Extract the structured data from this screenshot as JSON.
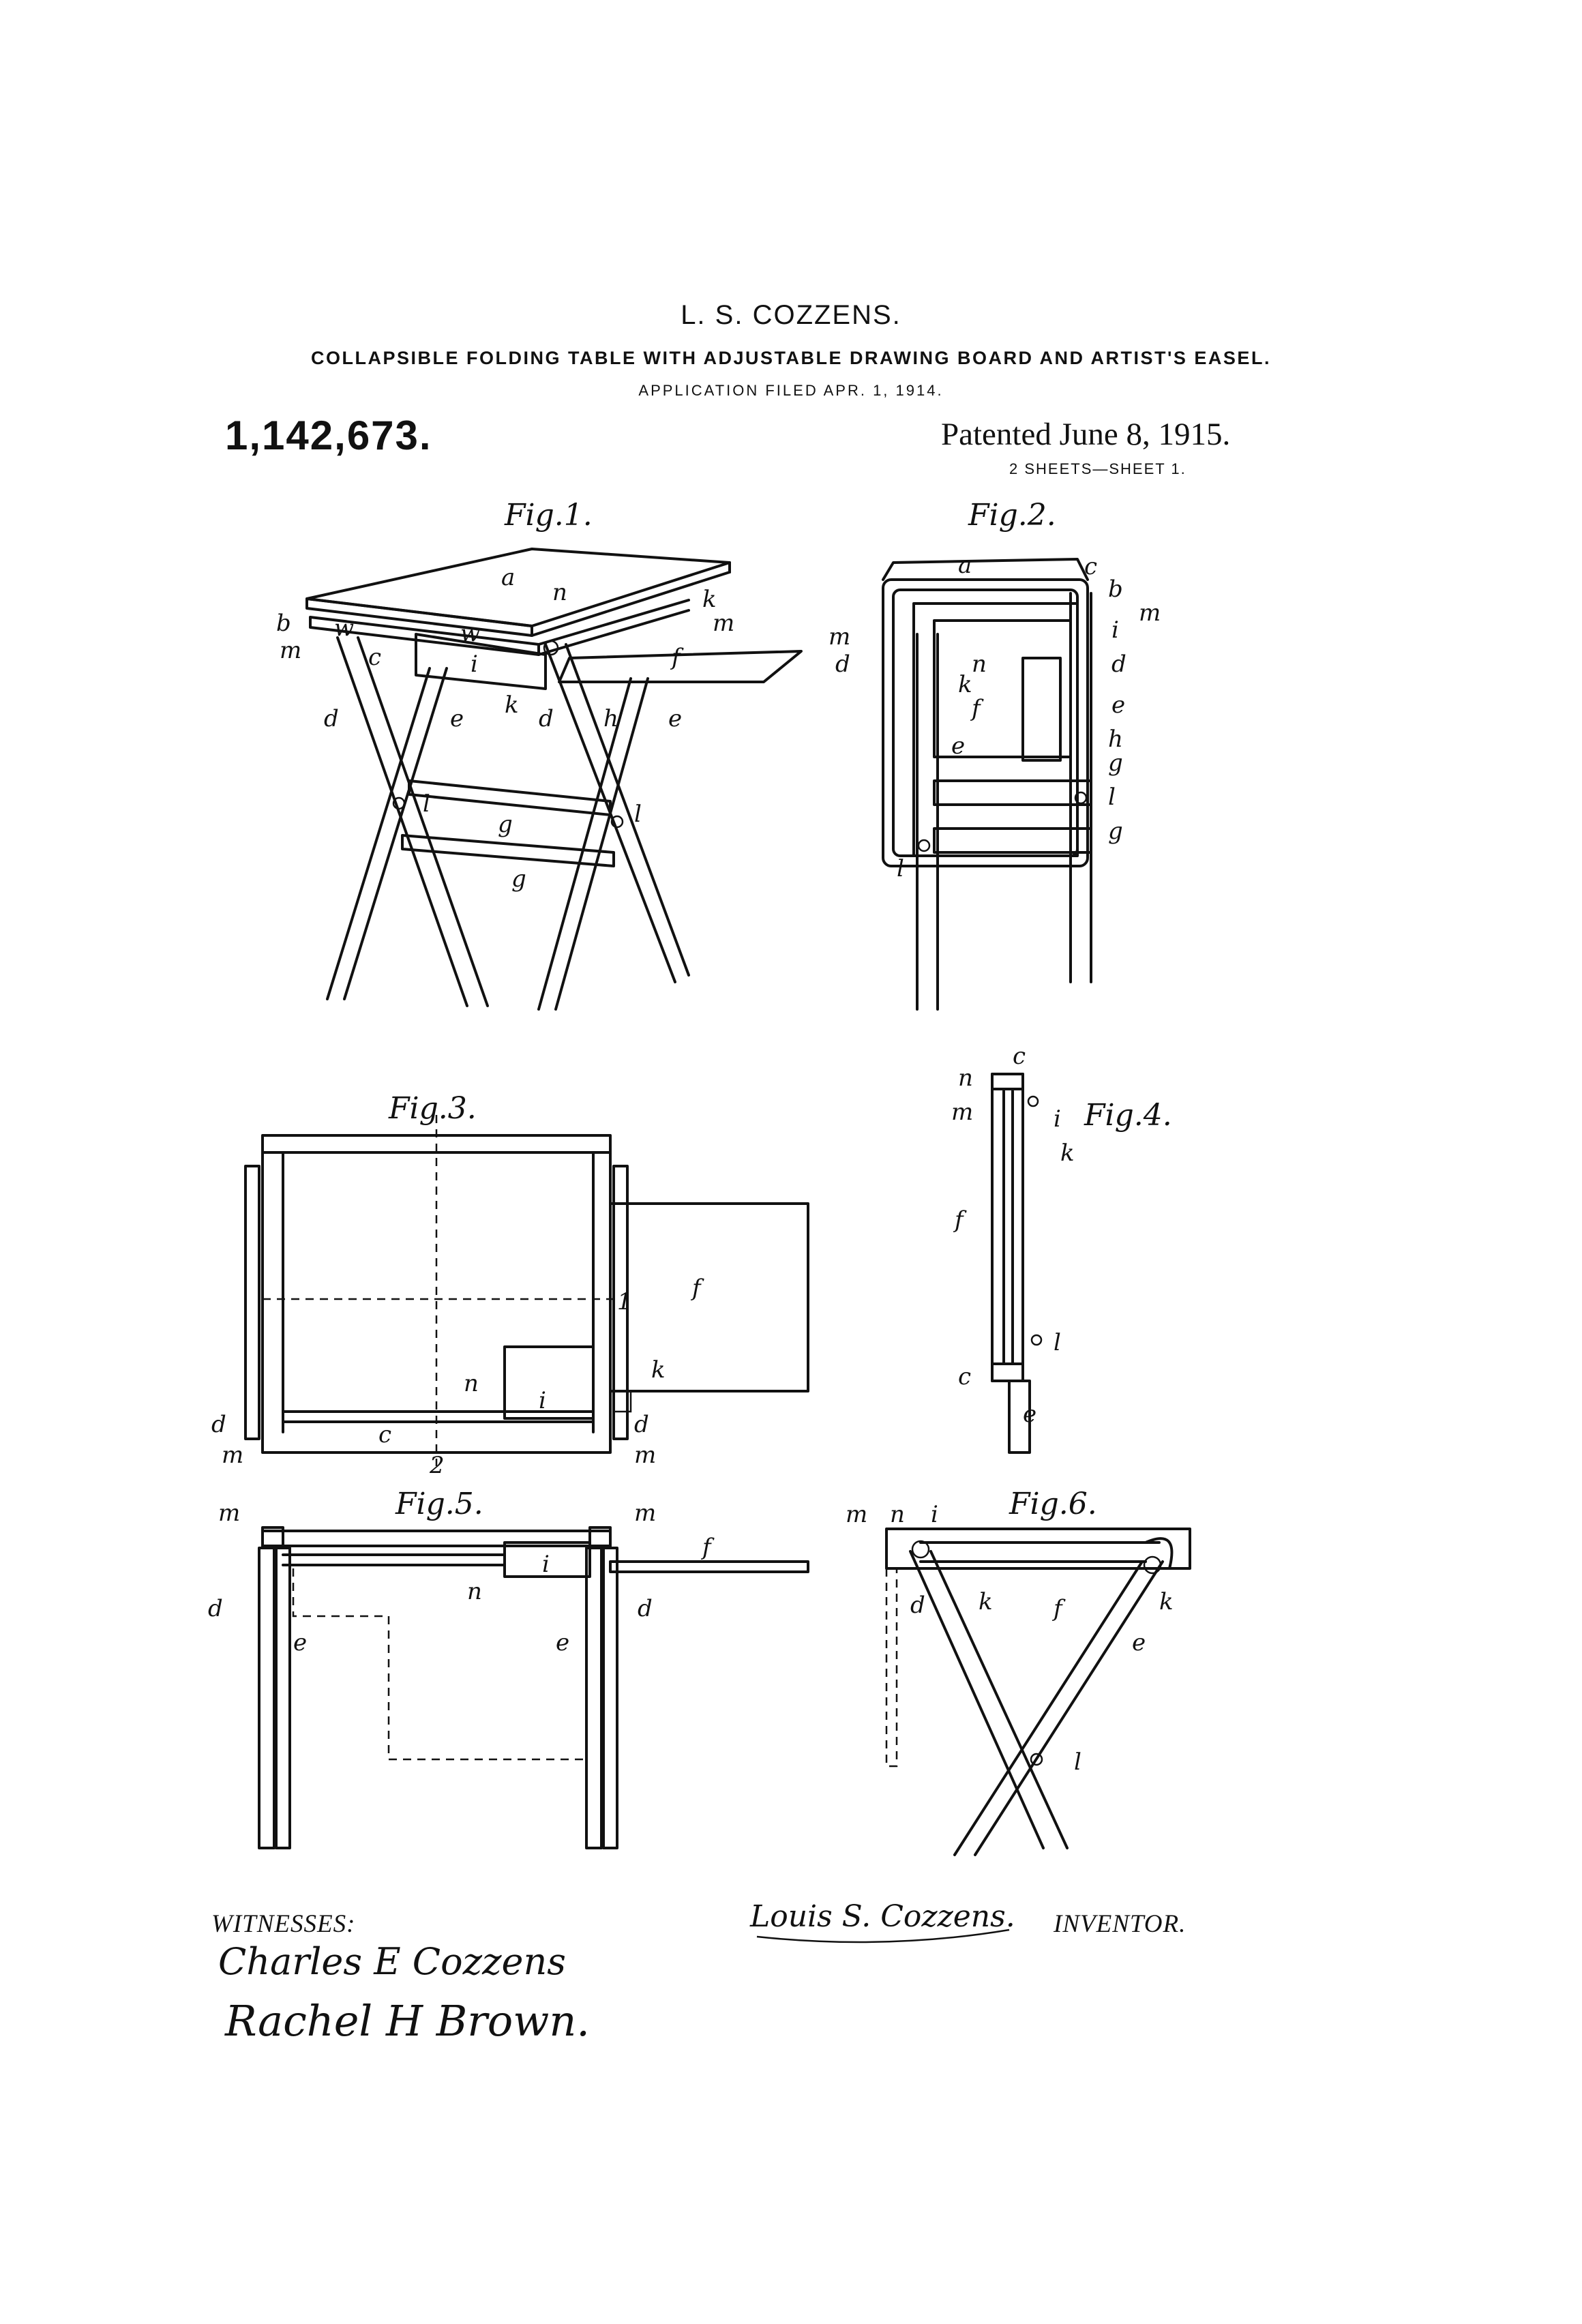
{
  "header": {
    "inventor_name": "L. S. COZZENS.",
    "title": "COLLAPSIBLE FOLDING TABLE WITH ADJUSTABLE DRAWING BOARD AND ARTIST'S EASEL.",
    "application_filed": "APPLICATION FILED APR. 1, 1914.",
    "patent_number": "1,142,673.",
    "patented_date": "Patented June 8, 1915.",
    "sheet_info": "2 SHEETS—SHEET 1."
  },
  "figures": {
    "fig1": "Fig.1.",
    "fig2": "Fig.2.",
    "fig3": "Fig.3.",
    "fig4": "Fig.4.",
    "fig5": "Fig.5.",
    "fig6": "Fig.6."
  },
  "labels": {
    "a": "a",
    "b": "b",
    "c": "c",
    "d": "d",
    "e": "e",
    "f": "f",
    "g": "g",
    "h": "h",
    "i": "i",
    "k": "k",
    "l": "l",
    "m": "m",
    "n": "n",
    "w": "w",
    "one": "1",
    "two": "2"
  },
  "footer": {
    "witnesses_label": "WITNESSES:",
    "witness_1": "Charles E Cozzens",
    "witness_2": "Rachel H Brown.",
    "inventor_signature": "Louis S. Cozzens.",
    "inventor_label": "INVENTOR."
  }
}
